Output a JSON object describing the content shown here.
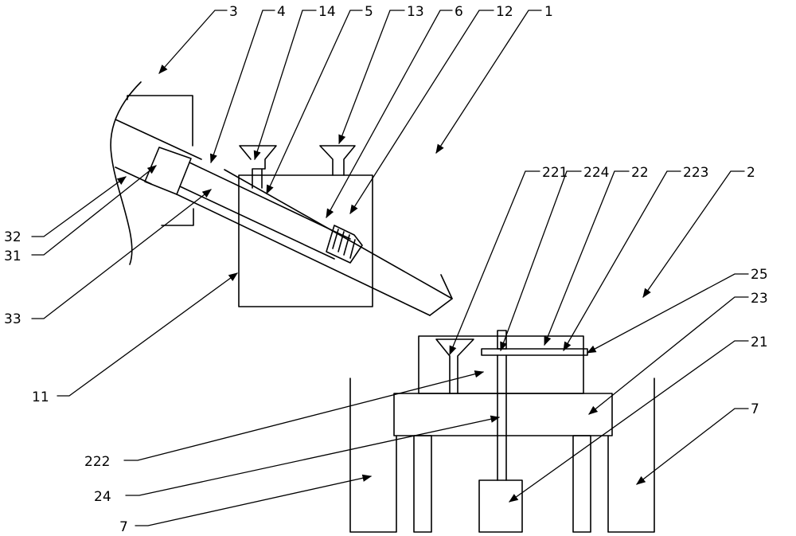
{
  "figure": {
    "labels": {
      "l3": "3",
      "l4": "4",
      "l14": "14",
      "l5": "5",
      "l13": "13",
      "l6": "6",
      "l12": "12",
      "l1": "1",
      "l221": "221",
      "l224": "224",
      "l22": "22",
      "l223": "223",
      "l2": "2",
      "l25": "25",
      "l23": "23",
      "l21": "21",
      "l7_right": "7",
      "l32": "32",
      "l31": "31",
      "l33": "33",
      "l11": "11",
      "l222": "222",
      "l24": "24",
      "l7_left": "7"
    },
    "colors": {
      "line": "#000000",
      "background": "#ffffff"
    }
  }
}
